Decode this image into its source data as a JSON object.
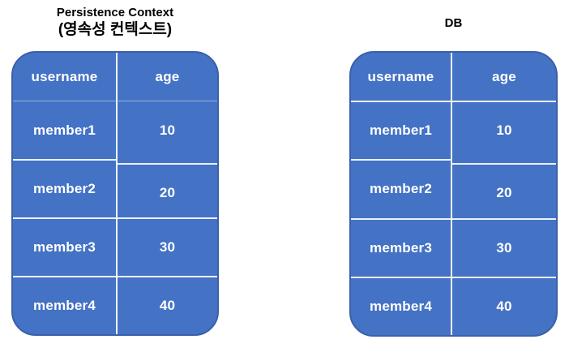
{
  "left_table": {
    "title_line1": "Persistence Context",
    "title_line2": "(영속성 컨텍스트)",
    "columns": [
      "username",
      "age"
    ],
    "rows": [
      [
        "member1",
        "10"
      ],
      [
        "member2",
        "20"
      ],
      [
        "member3",
        "30"
      ],
      [
        "member4",
        "40"
      ]
    ]
  },
  "right_table": {
    "title": "DB",
    "columns": [
      "username",
      "age"
    ],
    "rows": [
      [
        "member1",
        "10"
      ],
      [
        "member2",
        "20"
      ],
      [
        "member3",
        "30"
      ],
      [
        "member4",
        "40"
      ]
    ]
  },
  "colors": {
    "table_fill": "#4472C4",
    "table_border": "#3A60A8",
    "divider": "#FFFFFF",
    "cell_text": "#FFFFFF",
    "title_text": "#000000",
    "background": "#FFFFFF"
  }
}
